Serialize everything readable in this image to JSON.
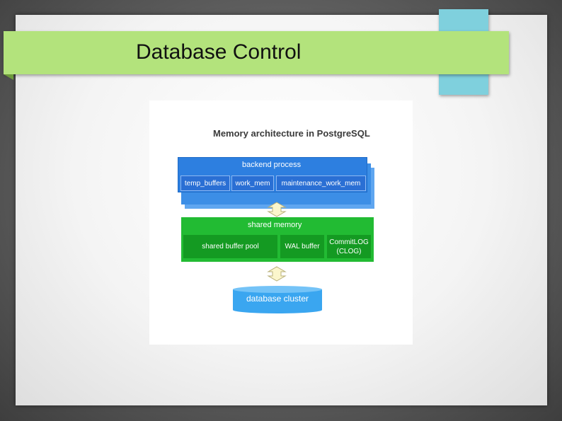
{
  "slide": {
    "title": "Database Control"
  },
  "diagram": {
    "title": "Memory architecture in PostgreSQL",
    "backend_process": {
      "label": "backend process",
      "items": [
        "temp_buffers",
        "work_mem",
        "maintenance_work_mem"
      ]
    },
    "shared_memory": {
      "label": "shared memory",
      "items": [
        "shared buffer pool",
        "WAL buffer"
      ],
      "clog_line1": "CommitLOG",
      "clog_line2": "(CLOG)"
    },
    "storage": {
      "label": "database cluster"
    },
    "colors": {
      "banner": "#b3e37c",
      "accent_tab": "#7fd0dd",
      "backend": "#2d7fe0",
      "shared": "#22bb33",
      "storage": "#3aa6f0"
    }
  }
}
